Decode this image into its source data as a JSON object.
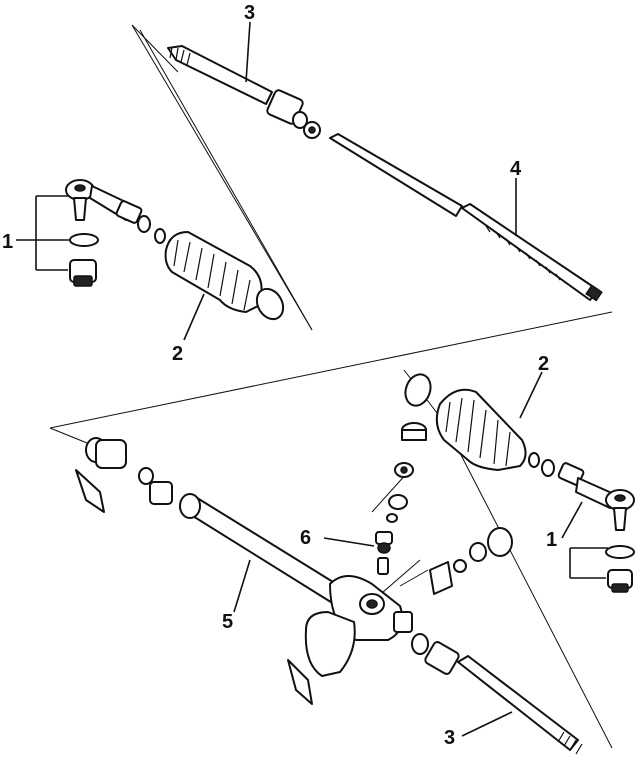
{
  "diagram": {
    "callouts": {
      "top_inner_tie_rod": "3",
      "top_left_tie_rod_end_group": "1",
      "top_left_boot": "2",
      "rack": "4",
      "lower_right_boot": "2",
      "lower_right_tie_rod_end_group": "1",
      "pinion_valve": "6",
      "housing": "5",
      "bottom_inner_tie_rod": "3"
    }
  }
}
